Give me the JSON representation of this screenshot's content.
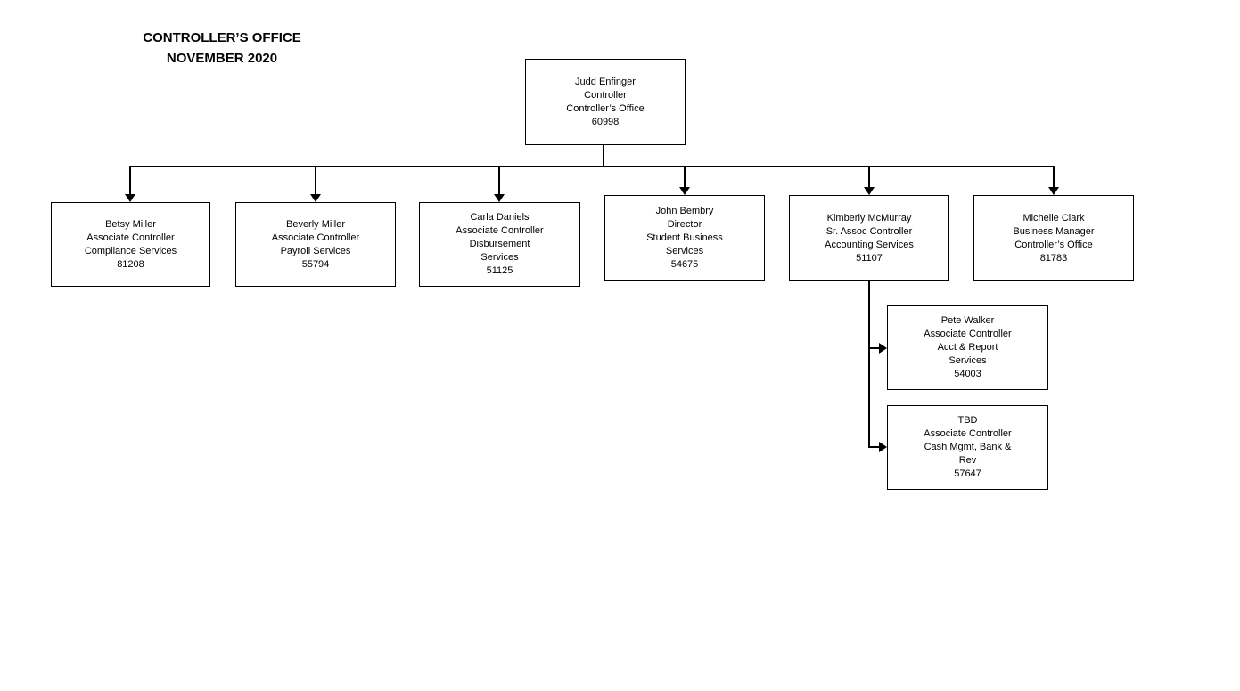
{
  "title": {
    "line1": "CONTROLLER’S OFFICE",
    "line2": "NOVEMBER 2020"
  },
  "accent_color": "#000000",
  "background_color": "#ffffff",
  "nodes": [
    {
      "id": "controller",
      "lines": [
        "Judd Enfinger",
        "Controller",
        "Controller’s Office",
        "60998"
      ]
    },
    {
      "id": "compliance",
      "lines": [
        "Betsy Miller",
        "Associate Controller",
        "Compliance Services",
        "81208"
      ]
    },
    {
      "id": "payroll",
      "lines": [
        "Beverly Miller",
        "Associate Controller",
        "Payroll Services",
        "55794"
      ]
    },
    {
      "id": "disbursement",
      "lines": [
        "Carla Daniels",
        "Associate Controller",
        "Disbursement",
        "Services",
        "51125"
      ]
    },
    {
      "id": "student-business",
      "lines": [
        "John Bembry",
        "Director",
        "Student Business",
        "Services",
        "54675"
      ]
    },
    {
      "id": "accounting",
      "lines": [
        "Kimberly McMurray",
        "Sr. Assoc Controller",
        "Accounting Services",
        "51107"
      ]
    },
    {
      "id": "business-manager",
      "lines": [
        "Michelle Clark",
        "Business Manager",
        "Controller’s Office",
        "81783"
      ]
    },
    {
      "id": "acct-report",
      "lines": [
        "Pete Walker",
        "Associate Controller",
        "Acct & Report",
        "Services",
        "54003"
      ]
    },
    {
      "id": "cash-mgmt",
      "lines": [
        "TBD",
        "Associate Controller",
        "Cash Mgmt, Bank &",
        "Rev",
        "57647"
      ]
    }
  ]
}
